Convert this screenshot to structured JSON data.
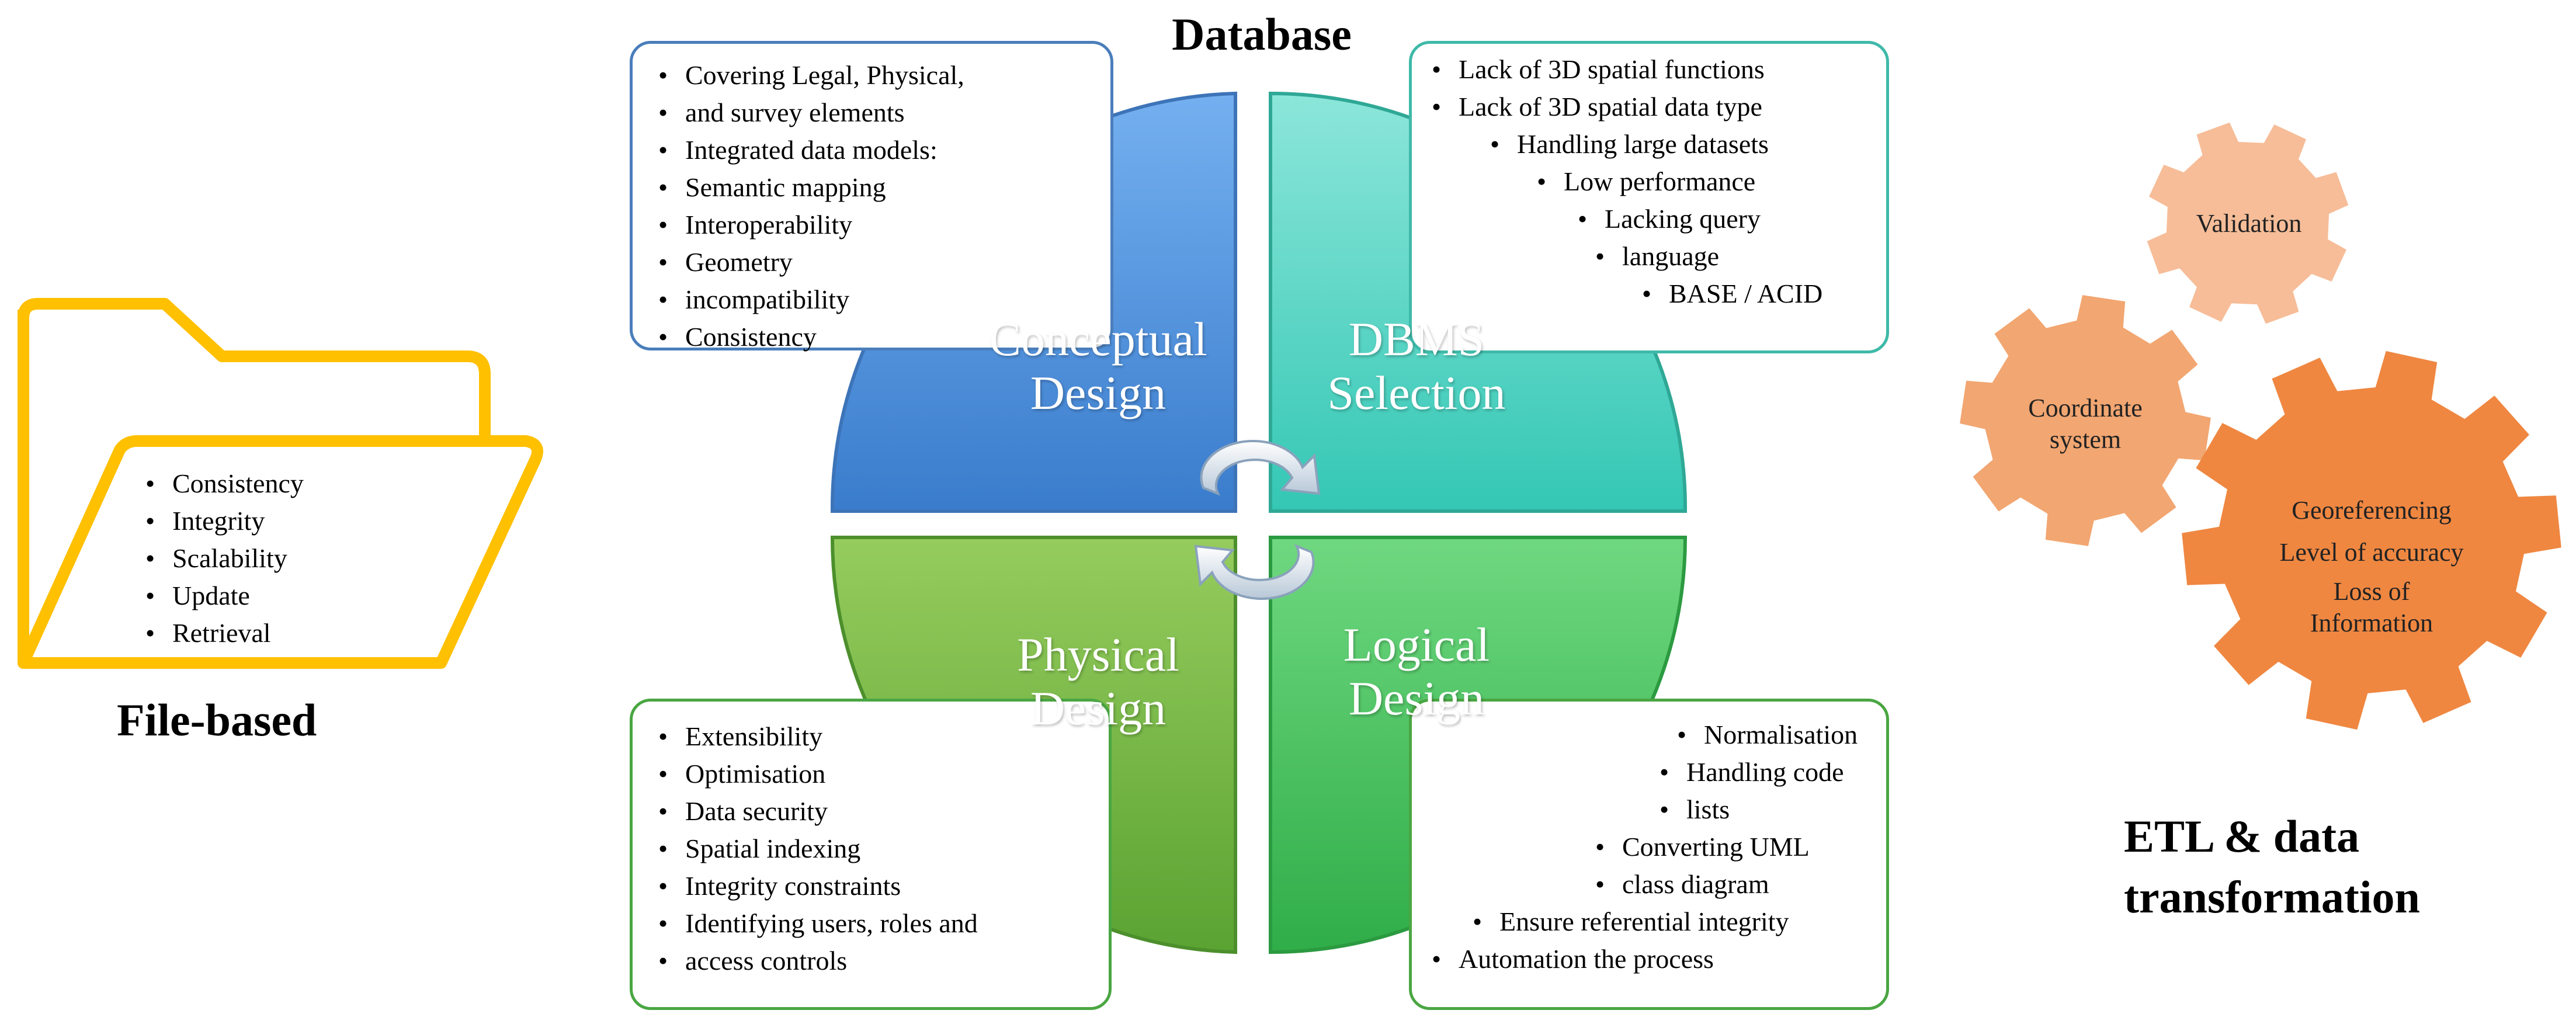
{
  "title": "Database",
  "quadrants": {
    "conceptual": {
      "line1": "Conceptual",
      "line2": "Design"
    },
    "dbms": {
      "line1": "DBMS",
      "line2": "Selection"
    },
    "physical": {
      "line1": "Physical",
      "line2": "Design"
    },
    "logical": {
      "line1": "Logical",
      "line2": "Design"
    }
  },
  "boxes": {
    "conceptual": [
      "Covering Legal, Physical,",
      "and survey elements",
      "Integrated data models:",
      "Semantic mapping",
      "Interoperability",
      "Geometry",
      "incompatibility",
      "Consistency"
    ],
    "dbms": [
      "Lack of 3D spatial functions",
      "Lack of 3D spatial data type",
      "Handling large datasets",
      "Low performance",
      "Lacking query",
      "language",
      "BASE / ACID"
    ],
    "physical": [
      "Extensibility",
      "Optimisation",
      "Data security",
      "Spatial indexing",
      "Integrity constraints",
      "Identifying users, roles and",
      "access controls"
    ],
    "logical": [
      "Normalisation",
      "Handling code",
      "lists",
      "Converting UML",
      "class diagram",
      "Ensure referential integrity",
      "Automation the process"
    ]
  },
  "file_based": {
    "label": "File-based",
    "items": [
      "Consistency",
      "Integrity",
      "Scalability",
      "Update",
      "Retrieval"
    ]
  },
  "etl": {
    "label_line1": "ETL & data",
    "label_line2": "transformation",
    "gear_validation": "Validation",
    "gear_coordinate_1": "Coordinate",
    "gear_coordinate_2": "system",
    "gear_big_1": "Georeferencing",
    "gear_big_2": "Level of accuracy",
    "gear_big_3": "Loss of",
    "gear_big_4": "Information"
  },
  "colors": {
    "folder": "#ffc000",
    "conceptual": "#4a8fd8",
    "dbms": "#4fd1c0",
    "physical": "#7cba45",
    "logical": "#45c060",
    "gear_light": "#f6bd98",
    "gear_mid": "#f2a671",
    "gear_dark": "#ef8741"
  }
}
